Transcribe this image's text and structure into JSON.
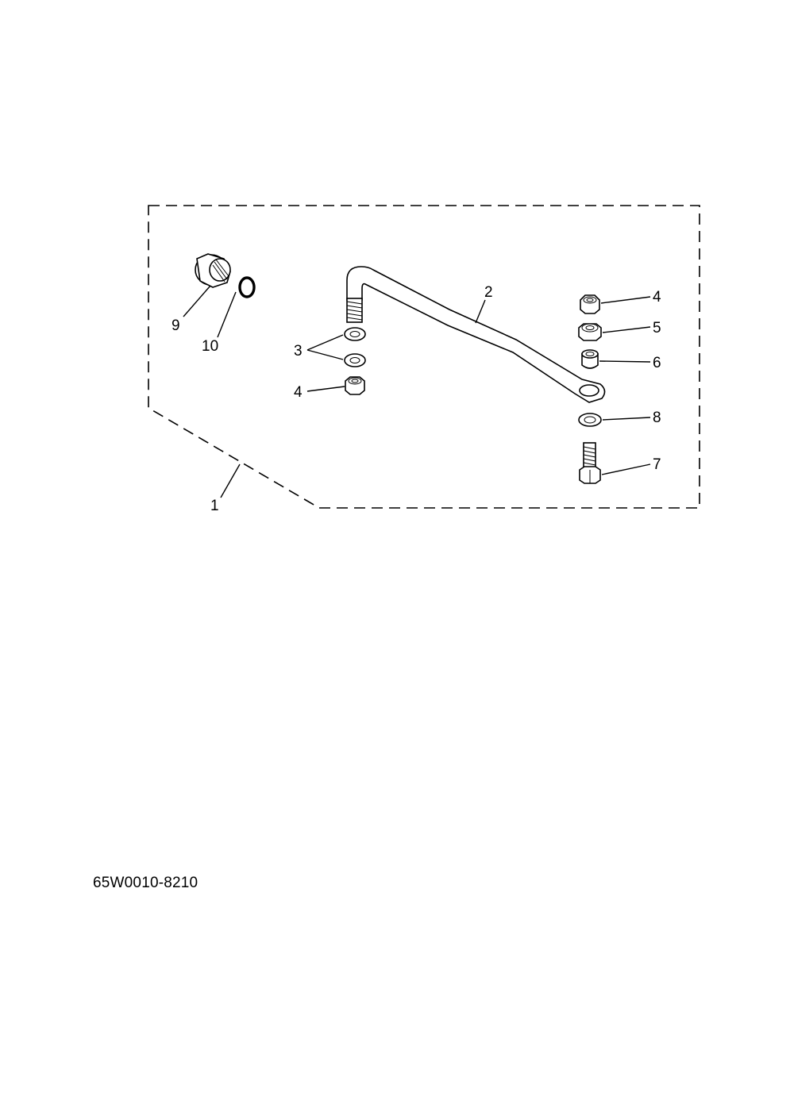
{
  "diagram": {
    "callouts": {
      "c1": "1",
      "c2": "2",
      "c3": "3",
      "c4a": "4",
      "c4b": "4",
      "c5": "5",
      "c6": "6",
      "c7": "7",
      "c8": "8",
      "c9": "9",
      "c10": "10"
    }
  },
  "footer": {
    "code": "65W0010-8210"
  }
}
